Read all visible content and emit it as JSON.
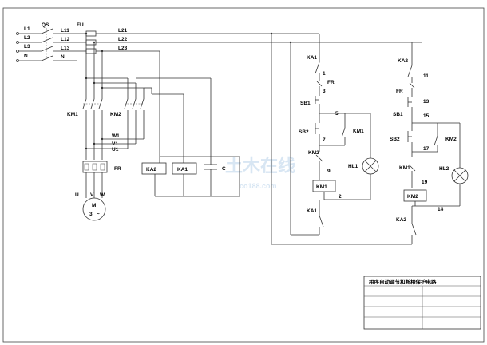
{
  "power": {
    "phases": [
      "L1",
      "L2",
      "L3",
      "N"
    ],
    "switch": "QS",
    "after_switch": [
      "L11",
      "L12",
      "L13",
      "N"
    ],
    "fuse": "FU",
    "after_fuse": [
      "L21",
      "L22",
      "L23"
    ]
  },
  "main_circuit": {
    "km1": "KM1",
    "km2": "KM2",
    "w1": "W1",
    "v1": "V1",
    "u1": "U1",
    "fr": "FR",
    "u": "U",
    "v": "V",
    "w": "W",
    "motor": "M",
    "motor_phase": "3",
    "motor_tilde": "~",
    "ka2": "KA2",
    "ka1": "KA1",
    "cap": "C"
  },
  "control_1": {
    "ka1_top": "KA1",
    "n1": "1",
    "fr": "FR",
    "n3": "3",
    "sb1": "SB1",
    "n5": "5",
    "sb2": "SB2",
    "km1_aux": "KM1",
    "n7": "7",
    "km2_nc": "KM2",
    "n9": "9",
    "hl1": "HL1",
    "coil": "KM1",
    "n2": "2",
    "ka1_bottom": "KA1"
  },
  "control_2": {
    "ka2_top": "KA2",
    "n11": "11",
    "fr": "FR",
    "n13": "13",
    "sb1": "SB1",
    "n15": "15",
    "sb2": "SB2",
    "n17": "17",
    "km2_aux": "KM2",
    "km1_nc": "KM1",
    "n19": "19",
    "hl2": "HL2",
    "coil": "KM2",
    "n14": "14",
    "ka2_bottom": "KA2"
  },
  "title_block": {
    "title": "相序自动调节和断相保护电路"
  },
  "watermark": {
    "main": "土木在线",
    "sub": "co188.com"
  }
}
